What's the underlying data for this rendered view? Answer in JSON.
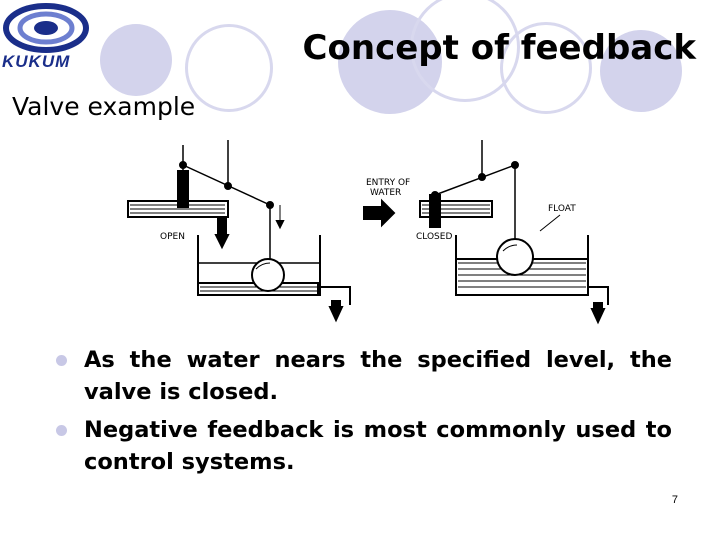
{
  "slide": {
    "logo_text": "KUKUM",
    "title": "Concept of feedback",
    "subtitle": "Valve example",
    "diagram": {
      "left_label_open": "OPEN",
      "right_label_entry_line1": "ENTRY OF",
      "right_label_entry_line2": "WATER",
      "right_label_closed": "CLOSED",
      "right_label_float": "FLOAT"
    },
    "bullets": [
      "As the water nears the specified level, the valve is closed.",
      "Negative feedback is most commonly used to control systems."
    ],
    "page_number": "7"
  },
  "colors": {
    "decor": "#d3d3ec",
    "logo": "#1a2e8a"
  }
}
